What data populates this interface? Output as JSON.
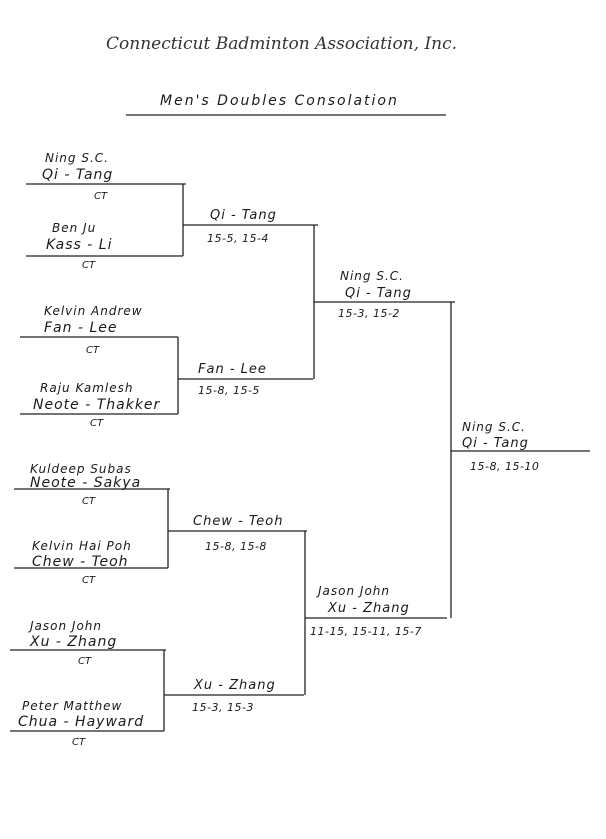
{
  "header": {
    "association": "Connecticut Badminton Association, Inc.",
    "event": "Men's Doubles Consolation"
  },
  "round1": [
    {
      "first": "Ning      S.C.",
      "last": "Qi  -  Tang",
      "region": "CT"
    },
    {
      "first": "Ben        Ju",
      "last": "Kass -  Li",
      "region": "CT"
    },
    {
      "first": "Kelvin  Andrew",
      "last": "Fan -  Lee",
      "region": "CT"
    },
    {
      "first": "Raju    Kamlesh",
      "last": "Neote - Thakker",
      "region": "CT"
    },
    {
      "first": "Kuldeep     Subas",
      "last": "Neote - Sakya",
      "region": "CT"
    },
    {
      "first": "Kelvin    Hai Poh",
      "last": "Chew - Teoh",
      "region": "CT"
    },
    {
      "first": "Jason      John",
      "last": "Xu -  Zhang",
      "region": "CT"
    },
    {
      "first": "Peter       Matthew",
      "last": "Chua - Hayward",
      "region": "CT"
    }
  ],
  "round2": [
    {
      "last": "Qi - Tang",
      "score": "15-5,  15-4"
    },
    {
      "last": "Fan -  Lee",
      "score": "15-8,  15-5"
    },
    {
      "last": "Chew - Teoh",
      "score": "15-8,  15-8"
    },
    {
      "last": "Xu -  Zhang",
      "score": "15-3,  15-3"
    }
  ],
  "round3": [
    {
      "first": "Ning     S.C.",
      "last": "Qi - Tang",
      "score": "15-3,  15-2"
    },
    {
      "first": "Jason      John",
      "last": "Xu -  Zhang",
      "score": "11-15,  15-11,  15-7"
    }
  ],
  "final": {
    "first": "Ning       S.C.",
    "last": "Qi  -  Tang",
    "score": "15-8,  15-10"
  }
}
